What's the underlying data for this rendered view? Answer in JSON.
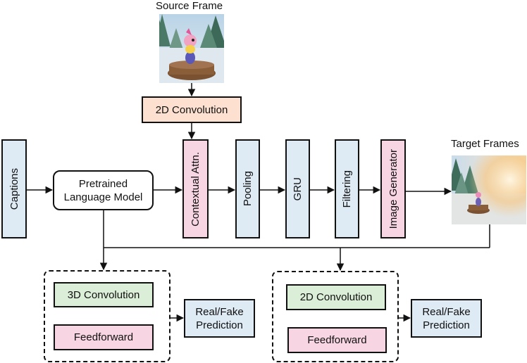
{
  "source_frame_label": "Source Frame",
  "target_frames_label": "Target Frames",
  "nodes": {
    "conv2d_top": "2D Convolution",
    "captions": "Captions",
    "plm_line1": "Pretrained",
    "plm_line2": "Language Model",
    "contextual_attn": "Contextual Attn.",
    "pooling": "Pooling",
    "gru": "GRU",
    "filtering": "Filtering",
    "image_generator": "Image Generator"
  },
  "video_discriminator": {
    "conv": "3D Convolution",
    "ff": "Feedforward",
    "pred_line1": "Real/Fake",
    "pred_line2": "Prediction"
  },
  "frame_discriminator": {
    "conv": "2D Convolution",
    "ff": "Feedforward",
    "pred_line1": "Real/Fake",
    "pred_line2": "Prediction"
  },
  "colors": {
    "blue_box": "#deeaf4",
    "pink_box": "#f8d5e2",
    "peach_box": "#fde0cf",
    "green_box": "#dbeed7"
  },
  "icons": [
    "source-frame-image",
    "target-frames-image"
  ]
}
